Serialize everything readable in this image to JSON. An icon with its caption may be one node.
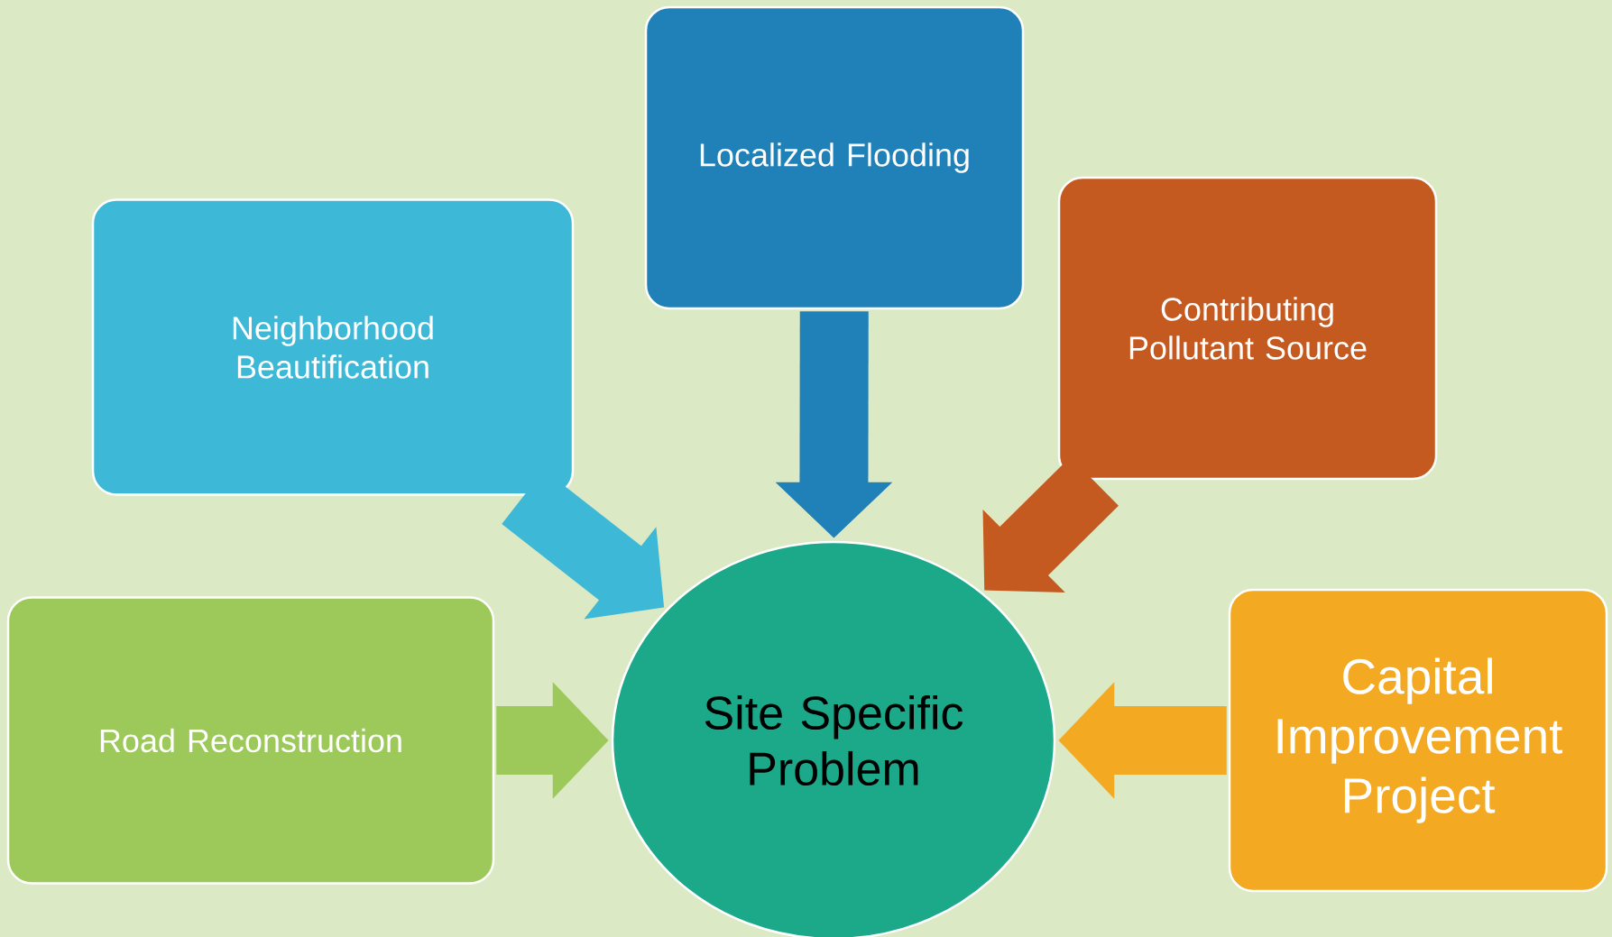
{
  "diagram": {
    "nodes": [
      {
        "text": [
          "Localized Flooding"
        ]
      },
      {
        "text": [
          "Neighborhood Beautification"
        ]
      },
      {
        "text": [
          "Contributing Pollutant Source"
        ]
      },
      {
        "text": [
          "Road Reconstruction"
        ]
      },
      {
        "text": [
          "Site Specific Problem"
        ]
      },
      {
        "text": [
          "Capital Improvement Project"
        ]
      }
    ],
    "edges": [
      {
        "from": 0,
        "to": 4,
        "arrow": "to",
        "color": "#2080b8"
      },
      {
        "from": 1,
        "to": 4,
        "arrow": "to",
        "color": "#3db9d7"
      },
      {
        "from": 2,
        "to": 4,
        "arrow": "to",
        "color": "#c55a20"
      },
      {
        "from": 3,
        "to": 4,
        "arrow": "to",
        "color": "#9dc95a"
      },
      {
        "from": 5,
        "to": 4,
        "arrow": "to",
        "color": "#f3aa22"
      }
    ]
  }
}
